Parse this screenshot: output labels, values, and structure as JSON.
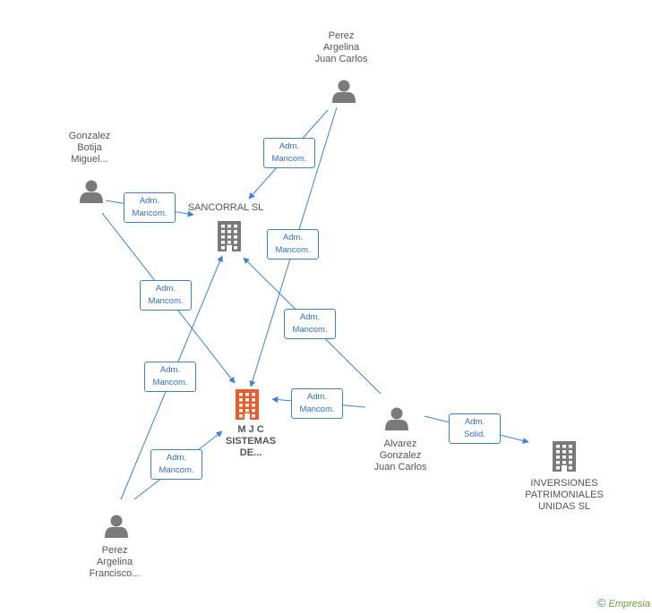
{
  "diagram": {
    "colors": {
      "edge": "#3b82d6",
      "person": "#7a7a7a",
      "company": "#7a7a7a",
      "focus_company": "#f05a28"
    },
    "nodes": [
      {
        "id": "perez-argelina-juan",
        "type": "person",
        "label": "Perez\nArgelina\nJuan Carlos"
      },
      {
        "id": "gonzalez-botija",
        "type": "person",
        "label": "Gonzalez\nBotija\nMiguel..."
      },
      {
        "id": "sancorral",
        "type": "company",
        "label": "SANCORRAL SL"
      },
      {
        "id": "mjc",
        "type": "focus_company",
        "label": "M J C\nSISTEMAS\nDE..."
      },
      {
        "id": "alvarez",
        "type": "person",
        "label": "Alvarez\nGonzalez\nJuan Carlos"
      },
      {
        "id": "inversiones",
        "type": "company",
        "label": "INVERSIONES\nPATRIMONIALES\nUNIDAS SL"
      },
      {
        "id": "perez-argelina-francisco",
        "type": "person",
        "label": "Perez\nArgelina\nFrancisco..."
      }
    ],
    "edges": [
      {
        "from": "perez-argelina-juan",
        "to": "sancorral",
        "label": [
          "Adm.",
          "Mancom."
        ]
      },
      {
        "from": "perez-argelina-juan",
        "to": "mjc",
        "label": [
          "Adm.",
          "Mancom."
        ]
      },
      {
        "from": "gonzalez-botija",
        "to": "sancorral",
        "label": [
          "Adm.",
          "Mancom."
        ]
      },
      {
        "from": "gonzalez-botija",
        "to": "mjc",
        "label": [
          "Adm.",
          "Mancom."
        ]
      },
      {
        "from": "alvarez",
        "to": "sancorral",
        "label": [
          "Adm.",
          "Mancom."
        ]
      },
      {
        "from": "alvarez",
        "to": "mjc",
        "label": [
          "Adm.",
          "Mancom."
        ]
      },
      {
        "from": "alvarez",
        "to": "inversiones",
        "label": [
          "Adm.",
          "Solid."
        ]
      },
      {
        "from": "perez-argelina-francisco",
        "to": "sancorral",
        "label": [
          "Adm.",
          "Mancom."
        ]
      },
      {
        "from": "perez-argelina-francisco",
        "to": "mjc",
        "label": [
          "Adm.",
          "Mancom."
        ]
      }
    ]
  },
  "footer": {
    "copyright": "©",
    "brand": "Empresia"
  }
}
